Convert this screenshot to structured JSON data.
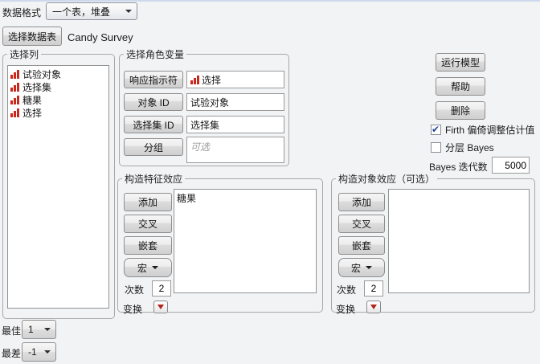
{
  "colors": {
    "icon_red": "#c8281e",
    "transform_red": "#b3231c",
    "check_blue": "#1d3f9b",
    "top_edge_blue": "#cdd9ec"
  },
  "header": {
    "data_format_label": "数据格式",
    "data_format_value": "一个表，堆叠",
    "select_table_button": "选择数据表",
    "table_name": "Candy Survey"
  },
  "select_columns": {
    "title": "选择列",
    "items": [
      "试验对象",
      "选择集",
      "糖果",
      "选择"
    ]
  },
  "role_variables": {
    "title": "选择角色变量",
    "response_button": "响应指示符",
    "response_value": "选择",
    "subject_button": "对象 ID",
    "subject_value": "试验对象",
    "choice_set_button": "选择集 ID",
    "choice_set_value": "选择集",
    "grouping_button": "分组",
    "grouping_placeholder": "可选"
  },
  "feature_effects": {
    "title": "构造特征效应",
    "add_button": "添加",
    "cross_button": "交叉",
    "nest_button": "嵌套",
    "macros_button": "宏",
    "degree_label": "次数",
    "degree_value": "2",
    "transform_label": "变换",
    "items": [
      "糖果"
    ]
  },
  "subject_effects": {
    "title": "构造对象效应（可选）",
    "add_button": "添加",
    "cross_button": "交叉",
    "nest_button": "嵌套",
    "macros_button": "宏",
    "degree_label": "次数",
    "degree_value": "2",
    "transform_label": "变换",
    "items": []
  },
  "actions": {
    "run_button": "运行模型",
    "help_button": "帮助",
    "remove_button": "删除",
    "firth_label": "Firth 偏倚调整估计值",
    "firth_checked": true,
    "hierarchical_bayes_label": "分层 Bayes",
    "hierarchical_bayes_checked": false,
    "bayes_iterations_label": "Bayes 迭代数",
    "bayes_iterations_value": "5000"
  },
  "best_worst": {
    "best_label": "最佳",
    "best_value": "1",
    "worst_label": "最差",
    "worst_value": "-1"
  }
}
